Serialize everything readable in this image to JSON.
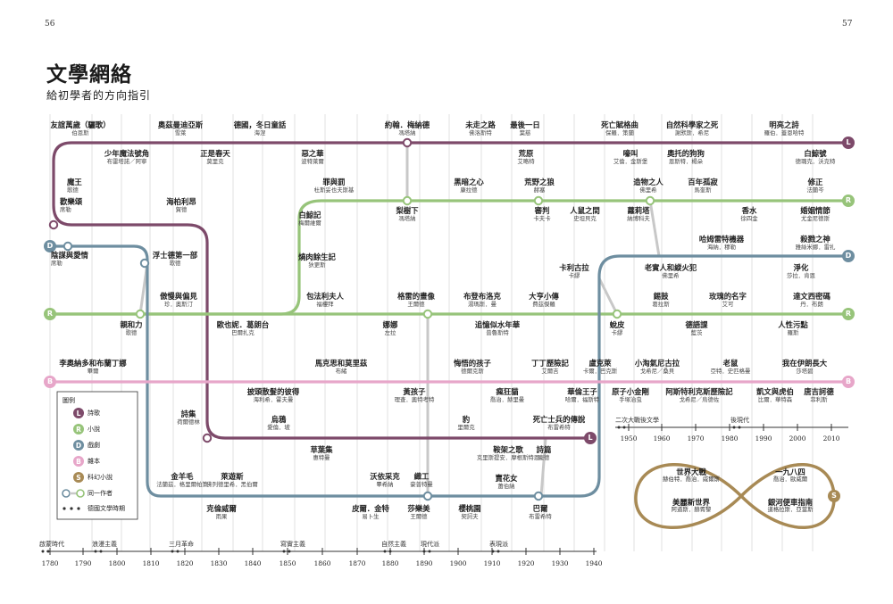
{
  "page": {
    "left_number": "56",
    "right_number": "57",
    "title": "文學網絡",
    "subtitle": "給初學者的方向指引"
  },
  "colors": {
    "poetry": "#7d4a6a",
    "novel": "#97c47a",
    "drama": "#6e8ea0",
    "essay": "#e7a6c9",
    "scifi": "#a88a55",
    "same_author": "#c8c8c8",
    "grid": "#b4b4b4",
    "axis": "#333333"
  },
  "legend": {
    "title": "圖例",
    "items": [
      {
        "letter": "L",
        "label": "詩歌",
        "color": "#7d4a6a"
      },
      {
        "letter": "R",
        "label": "小說",
        "color": "#97c47a"
      },
      {
        "letter": "D",
        "label": "戲劇",
        "color": "#6e8ea0"
      },
      {
        "letter": "B",
        "label": "雜本",
        "color": "#e7a6c9"
      },
      {
        "letter": "S",
        "label": "科幻小說",
        "color": "#a88a55"
      }
    ],
    "same_author": "同一作者",
    "period_marker": "德國文學時期"
  },
  "line_ends": [
    {
      "letter": "L",
      "color": "#7d4a6a"
    },
    {
      "letter": "R",
      "color": "#97c47a"
    },
    {
      "letter": "D",
      "color": "#6e8ea0"
    },
    {
      "letter": "D",
      "color": "#6e8ea0"
    },
    {
      "letter": "R",
      "color": "#97c47a"
    },
    {
      "letter": "R",
      "color": "#97c47a"
    },
    {
      "letter": "B",
      "color": "#e7a6c9"
    },
    {
      "letter": "B",
      "color": "#e7a6c9"
    },
    {
      "letter": "L",
      "color": "#7d4a6a"
    },
    {
      "letter": "S",
      "color": "#a88a55"
    }
  ],
  "works": [
    {
      "title": "友誼萬歲（驪歌）",
      "author": "伯恩斯"
    },
    {
      "title": "奧茲曼迪亞斯",
      "author": "雪萊"
    },
    {
      "title": "德國，冬日童話",
      "author": "海涅"
    },
    {
      "title": "約翰．梅納德",
      "author": "馮塔納"
    },
    {
      "title": "未走之路",
      "author": "佛洛斯特"
    },
    {
      "title": "最後一日",
      "author": "葉慈"
    },
    {
      "title": "死亡賦格曲",
      "author": "保羅．策蘭"
    },
    {
      "title": "自然科學家之死",
      "author": "謝默斯．希尼"
    },
    {
      "title": "明亮之詩",
      "author": "羅伯．蓋恩哈特"
    },
    {
      "title": "少年魔法號角",
      "author": "布雷塔諾／阿寧"
    },
    {
      "title": "正是春天",
      "author": "莫里克"
    },
    {
      "title": "惡之華",
      "author": "波特萊爾"
    },
    {
      "title": "荒原",
      "author": "艾略特"
    },
    {
      "title": "嚎叫",
      "author": "艾倫．金斯堡"
    },
    {
      "title": "奧托的狗狗",
      "author": "恩斯特．楊朵"
    },
    {
      "title": "白鯨號",
      "author": "德璐克．沃克特"
    },
    {
      "title": "魔王",
      "author": "歌德"
    },
    {
      "title": "罪與罰",
      "author": "杜斯妥也夫斯基"
    },
    {
      "title": "黑暗之心",
      "author": "康拉德"
    },
    {
      "title": "荒野之狼",
      "author": "赫塞"
    },
    {
      "title": "造物之人",
      "author": "佛里希"
    },
    {
      "title": "百年孤寂",
      "author": "馬奎斯"
    },
    {
      "title": "修正",
      "author": "法蘭岑"
    },
    {
      "title": "歡樂頌",
      "author": "席勒"
    },
    {
      "title": "海柏利昂",
      "author": "賀德"
    },
    {
      "title": "梨樹下",
      "author": "馮塔納"
    },
    {
      "title": "審判",
      "author": "卡夫卡"
    },
    {
      "title": "人鼠之間",
      "author": "史坦貝克"
    },
    {
      "title": "蘿莉塔",
      "author": "納博科夫"
    },
    {
      "title": "香水",
      "author": "徐四金"
    },
    {
      "title": "婚姻情節",
      "author": "尤金尼德斯"
    },
    {
      "title": "白鯨記",
      "author": "梅爾維爾"
    },
    {
      "title": "哈姆雷特機器",
      "author": "海納．穆勒"
    },
    {
      "title": "殺戮之神",
      "author": "雅絲米娜．雷扎"
    },
    {
      "title": "陰謀與愛情",
      "author": "席勒"
    },
    {
      "title": "浮士德第一部",
      "author": "歌德"
    },
    {
      "title": "燒肉餘生記",
      "author": "狄更斯"
    },
    {
      "title": "卡利古拉",
      "author": "卡繆"
    },
    {
      "title": "老實人和縱火犯",
      "author": "佛里希"
    },
    {
      "title": "淨化",
      "author": "莎拉．肯恩"
    },
    {
      "title": "傲慢與偏見",
      "author": "珍．奧斯汀"
    },
    {
      "title": "包法利夫人",
      "author": "福樓拜"
    },
    {
      "title": "格雷的畫像",
      "author": "王爾德"
    },
    {
      "title": "布登布洛克",
      "author": "湯瑪斯．曼"
    },
    {
      "title": "大亨小傳",
      "author": "費茲傑羅"
    },
    {
      "title": "錫鼓",
      "author": "葛拉斯"
    },
    {
      "title": "玫瑰的名字",
      "author": "艾可"
    },
    {
      "title": "達文西密碼",
      "author": "丹．布朗"
    },
    {
      "title": "親和力",
      "author": "歌德"
    },
    {
      "title": "歐也妮．葛朗台",
      "author": "巴爾扎克"
    },
    {
      "title": "娜娜",
      "author": "左拉"
    },
    {
      "title": "追憶似水年華",
      "author": "普魯斯特"
    },
    {
      "title": "蛻皮",
      "author": "卡繆"
    },
    {
      "title": "德語課",
      "author": "藍茨"
    },
    {
      "title": "人性污點",
      "author": "羅斯"
    },
    {
      "title": "李奧納多和布蘭丁娜",
      "author": "畢爾"
    },
    {
      "title": "馬克思和莫里茲",
      "author": "布緒"
    },
    {
      "title": "悔悟的孩子",
      "author": "德爾克斯"
    },
    {
      "title": "丁丁歷險記",
      "author": "艾爾吉"
    },
    {
      "title": "盧克萊",
      "author": "卡爾．巴克斯"
    },
    {
      "title": "小淘氣尼古拉",
      "author": "戈希尼／桑貝"
    },
    {
      "title": "老鼠",
      "author": "亞特．史匹格曼"
    },
    {
      "title": "我在伊朗長大",
      "author": "莎塔碧"
    },
    {
      "title": "披頭散髮的彼得",
      "author": "海利希．霍夫曼"
    },
    {
      "title": "黃孩子",
      "author": "理查．奧特考特"
    },
    {
      "title": "瘋狂貓",
      "author": "喬治．赫里曼"
    },
    {
      "title": "華倫王子",
      "author": "哈爾．福斯特"
    },
    {
      "title": "原子小金剛",
      "author": "手塚治虫"
    },
    {
      "title": "阿斯特利克斯歷險記",
      "author": "戈希尼／烏德佐"
    },
    {
      "title": "凱文與虎伯",
      "author": "比爾．華特森"
    },
    {
      "title": "唐吉訶德",
      "author": "菲利斯"
    },
    {
      "title": "詩集",
      "author": "荷爾德林"
    },
    {
      "title": "烏鴉",
      "author": "愛倫．坡"
    },
    {
      "title": "豹",
      "author": "里爾克"
    },
    {
      "title": "死亡士兵的傳說",
      "author": "布雷希特"
    },
    {
      "title": "草葉集",
      "author": "惠特曼"
    },
    {
      "title": "鞍架之歌",
      "author": "克里斯提安．摩根斯特恩"
    },
    {
      "title": "詩篇",
      "author": "龐德"
    },
    {
      "title": "金羊毛",
      "author": "法蘭茲．格里爾帕策"
    },
    {
      "title": "萊遊斯",
      "author": "佛列德里希．黑伯爾"
    },
    {
      "title": "沃依采克",
      "author": "畢希納"
    },
    {
      "title": "織工",
      "author": "豪普特曼"
    },
    {
      "title": "賣花女",
      "author": "蕭伯納"
    },
    {
      "title": "克倫威爾",
      "author": "雨果"
    },
    {
      "title": "皮爾．金特",
      "author": "易卜生"
    },
    {
      "title": "莎樂美",
      "author": "王爾德"
    },
    {
      "title": "櫻桃園",
      "author": "契訶夫"
    },
    {
      "title": "巴爾",
      "author": "布雷希特"
    }
  ],
  "scifi": [
    {
      "title": "世界大戰",
      "author": "赫伯特．喬治．威爾斯"
    },
    {
      "title": "美麗新世界",
      "author": "阿道斯．赫胥黎"
    },
    {
      "title": "一九八四",
      "author": "喬治．歐威爾"
    },
    {
      "title": "銀河便車指南",
      "author": "道格拉斯．亞當斯"
    }
  ],
  "axis": {
    "years_1": [
      "1780",
      "1790",
      "1800",
      "1810",
      "1820",
      "1830",
      "1840",
      "1850",
      "1860",
      "1870",
      "1880",
      "1890",
      "1900",
      "1910",
      "1920",
      "1930",
      "1940"
    ],
    "periods_1": [
      "啟蒙時代",
      "浪漫主義",
      "三月革命",
      "寫實主義",
      "自然主義",
      "現代派",
      "表現派"
    ],
    "years_2": [
      "1950",
      "1960",
      "1970",
      "1980",
      "1990",
      "2000",
      "2010"
    ],
    "periods_2": [
      "二次大戰後文學",
      "後現代"
    ]
  }
}
